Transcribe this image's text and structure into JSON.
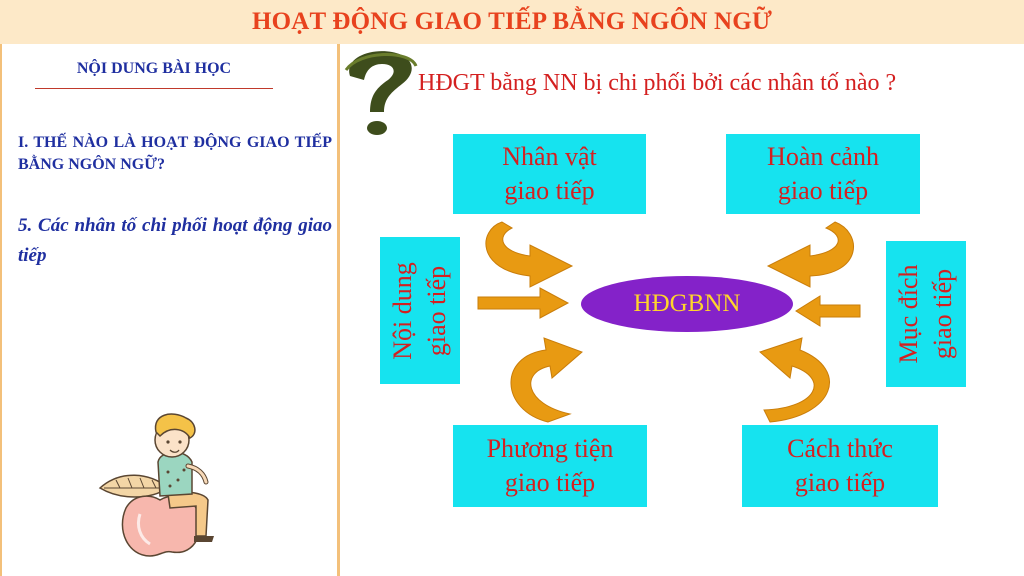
{
  "title": "HOẠT ĐỘNG GIAO TIẾP BẰNG NGÔN NGỮ",
  "sidebar": {
    "heading": "NỘI DUNG BÀI HỌC",
    "section_1": "I. THẾ NÀO LÀ HOẠT ĐỘNG GIAO TIẾP BẰNG NGÔN NGỮ?",
    "section_5": "5. Các nhân tố chi phối hoạt động giao tiếp"
  },
  "question": "HĐGT bằng NN bị chi phối bởi các nhân tố nào ?",
  "diagram": {
    "center": "HĐGBNN",
    "nodes": {
      "participant": [
        "Nhân vật",
        "giao tiếp"
      ],
      "context": [
        "Hoàn cảnh",
        "giao tiếp"
      ],
      "content": [
        "Nội dung",
        "giao tiếp"
      ],
      "purpose": [
        "Mục đích",
        "giao tiếp"
      ],
      "means": [
        "Phương tiện",
        "giao tiếp"
      ],
      "manner": [
        "Cách thức",
        "giao tiếp"
      ]
    }
  },
  "colors": {
    "title_bg": "#fde9c8",
    "title_text": "#e8421e",
    "box_fill": "#16e3ef",
    "box_text": "#d42020",
    "center_fill": "#8422c9",
    "center_text": "#ffd62a",
    "arrow": "#e89a12",
    "sidebar_text": "#1f2fa0"
  },
  "icons": {
    "question_mark": "question-mark-icon",
    "illustration": "boy-on-apple-illustration"
  }
}
